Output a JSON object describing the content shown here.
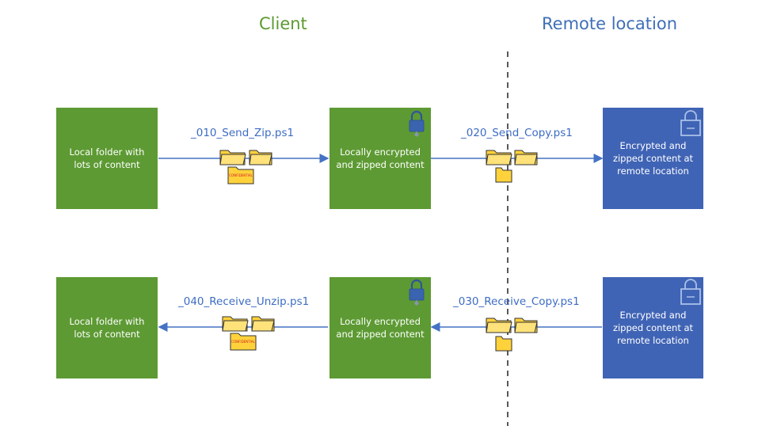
{
  "headers": {
    "client": "Client",
    "remote": "Remote location"
  },
  "rows": [
    {
      "left_box": "Local folder with lots of content",
      "script_left": "_010_Send_Zip.ps1",
      "middle_box": "Locally encrypted and zipped content",
      "script_right": "_020_Send_Copy.ps1",
      "right_box": "Encrypted and zipped content at remote location"
    },
    {
      "left_box": "Local folder with lots of content",
      "script_left": "_040_Receive_Unzip.ps1",
      "middle_box": "Locally encrypted and zipped content",
      "script_right": "_030_Receive_Copy.ps1",
      "right_box": "Encrypted and zipped content at remote location"
    }
  ],
  "folder_stamp": "CONFIDENTIAL",
  "icons": [
    "padlock-icon",
    "folder-icon",
    "confidential-folder-icon"
  ],
  "colors": {
    "client": "#5d9a33",
    "remote": "#4064b5",
    "arrow": "#4472c4",
    "folder": "#ffd23c"
  }
}
